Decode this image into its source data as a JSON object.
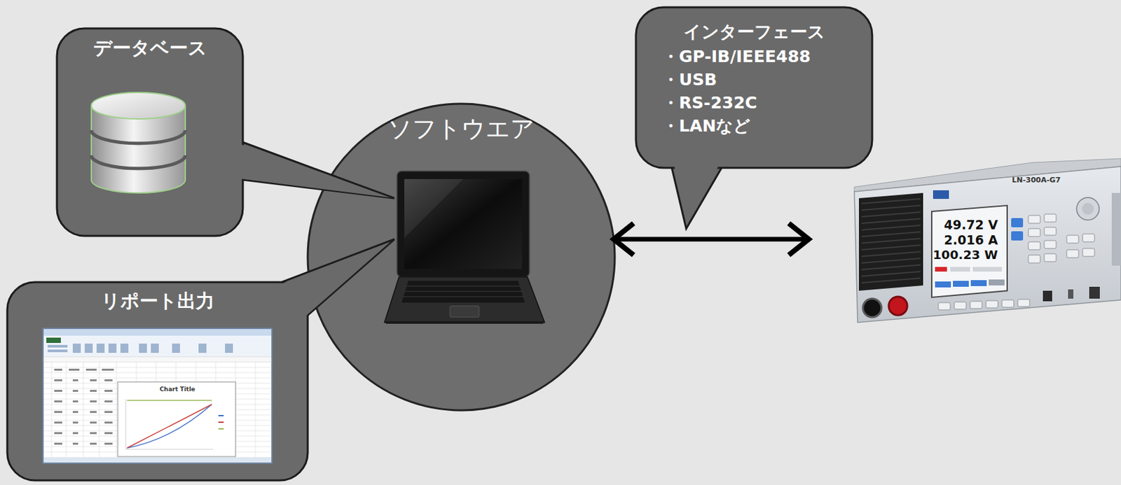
{
  "diagram": {
    "nodes": [
      {
        "text": [
          "データベース"
        ]
      },
      {
        "text": [
          "インターフェース",
          "・GP-IB/IEEE488",
          "・USB",
          "・RS-232C",
          "・LANなど"
        ]
      },
      {
        "text": [
          "ソフトウエア"
        ]
      },
      {
        "text": [
          "リポート出力"
        ]
      },
      {
        "text": [
          "LN-300A-G7",
          "49.72 V",
          "2.016 A",
          "100.23 W"
        ]
      }
    ],
    "edges": [
      {
        "from": 2,
        "to": 4,
        "arrow": "both"
      }
    ],
    "labels": [
      "Chart Title"
    ]
  }
}
